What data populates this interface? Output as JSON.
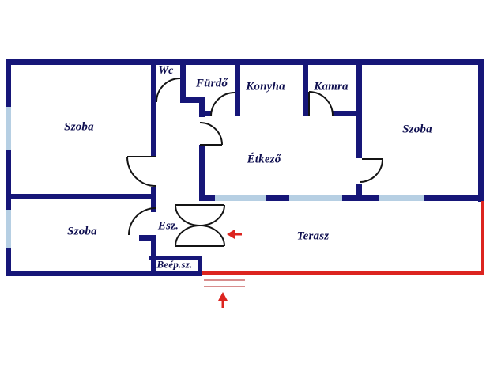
{
  "plan": {
    "rooms": {
      "szoba_top_left": "Szoba",
      "wc": "Wc",
      "furdo": "Fürdő",
      "konyha": "Konyha",
      "kamra": "Kamra",
      "szoba_right": "Szoba",
      "etkezo": "Étkező",
      "szoba_bottom_left": "Szoba",
      "esz": "Esz.",
      "beep_sz": "Beép.sz.",
      "terasz": "Terasz"
    },
    "colors": {
      "wall": "#161678",
      "window": "#b6cfe3",
      "terrace": "#dc241f",
      "steps": "#d88d8d",
      "door": "#141414",
      "label": "#0f0f50",
      "background": "#ffffff"
    }
  }
}
